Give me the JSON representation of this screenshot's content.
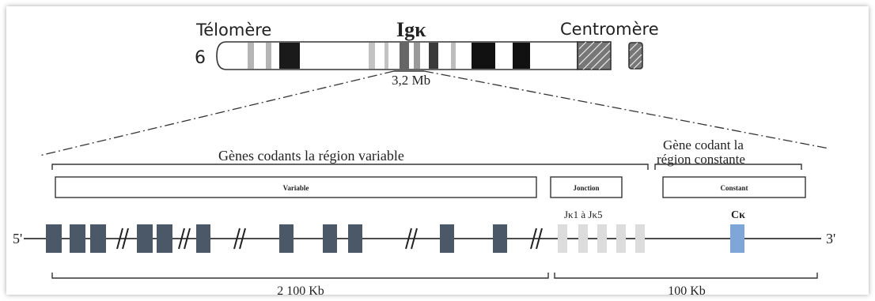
{
  "chromosome": {
    "number": "6",
    "telomere_label": "Télomère",
    "gene_label": "Igκ",
    "centromere_label": "Centromère",
    "zoom_size_label": "3,2 Mb"
  },
  "locus": {
    "variable_group_label": "Gènes codants la région variable",
    "constant_group_label_line1": "Gène codant la",
    "constant_group_label_line2": "région constante",
    "variable_box_label": "Variable",
    "junction_box_label": "Jonction",
    "constant_box_label": "Constant",
    "j_segments_label": "Jκ1 à Jκ5",
    "c_segment_label": "Cκ",
    "five_prime": "5'",
    "three_prime": "3'",
    "size_left": "2 100 Kb",
    "size_right": "100 Kb"
  },
  "colors": {
    "v_segment": "#4a5868",
    "j_segment": "#dcdcdc",
    "c_segment": "#7fa6d8",
    "dark_band": "#1a1a1a",
    "grey_band": "#a8a8a8"
  }
}
